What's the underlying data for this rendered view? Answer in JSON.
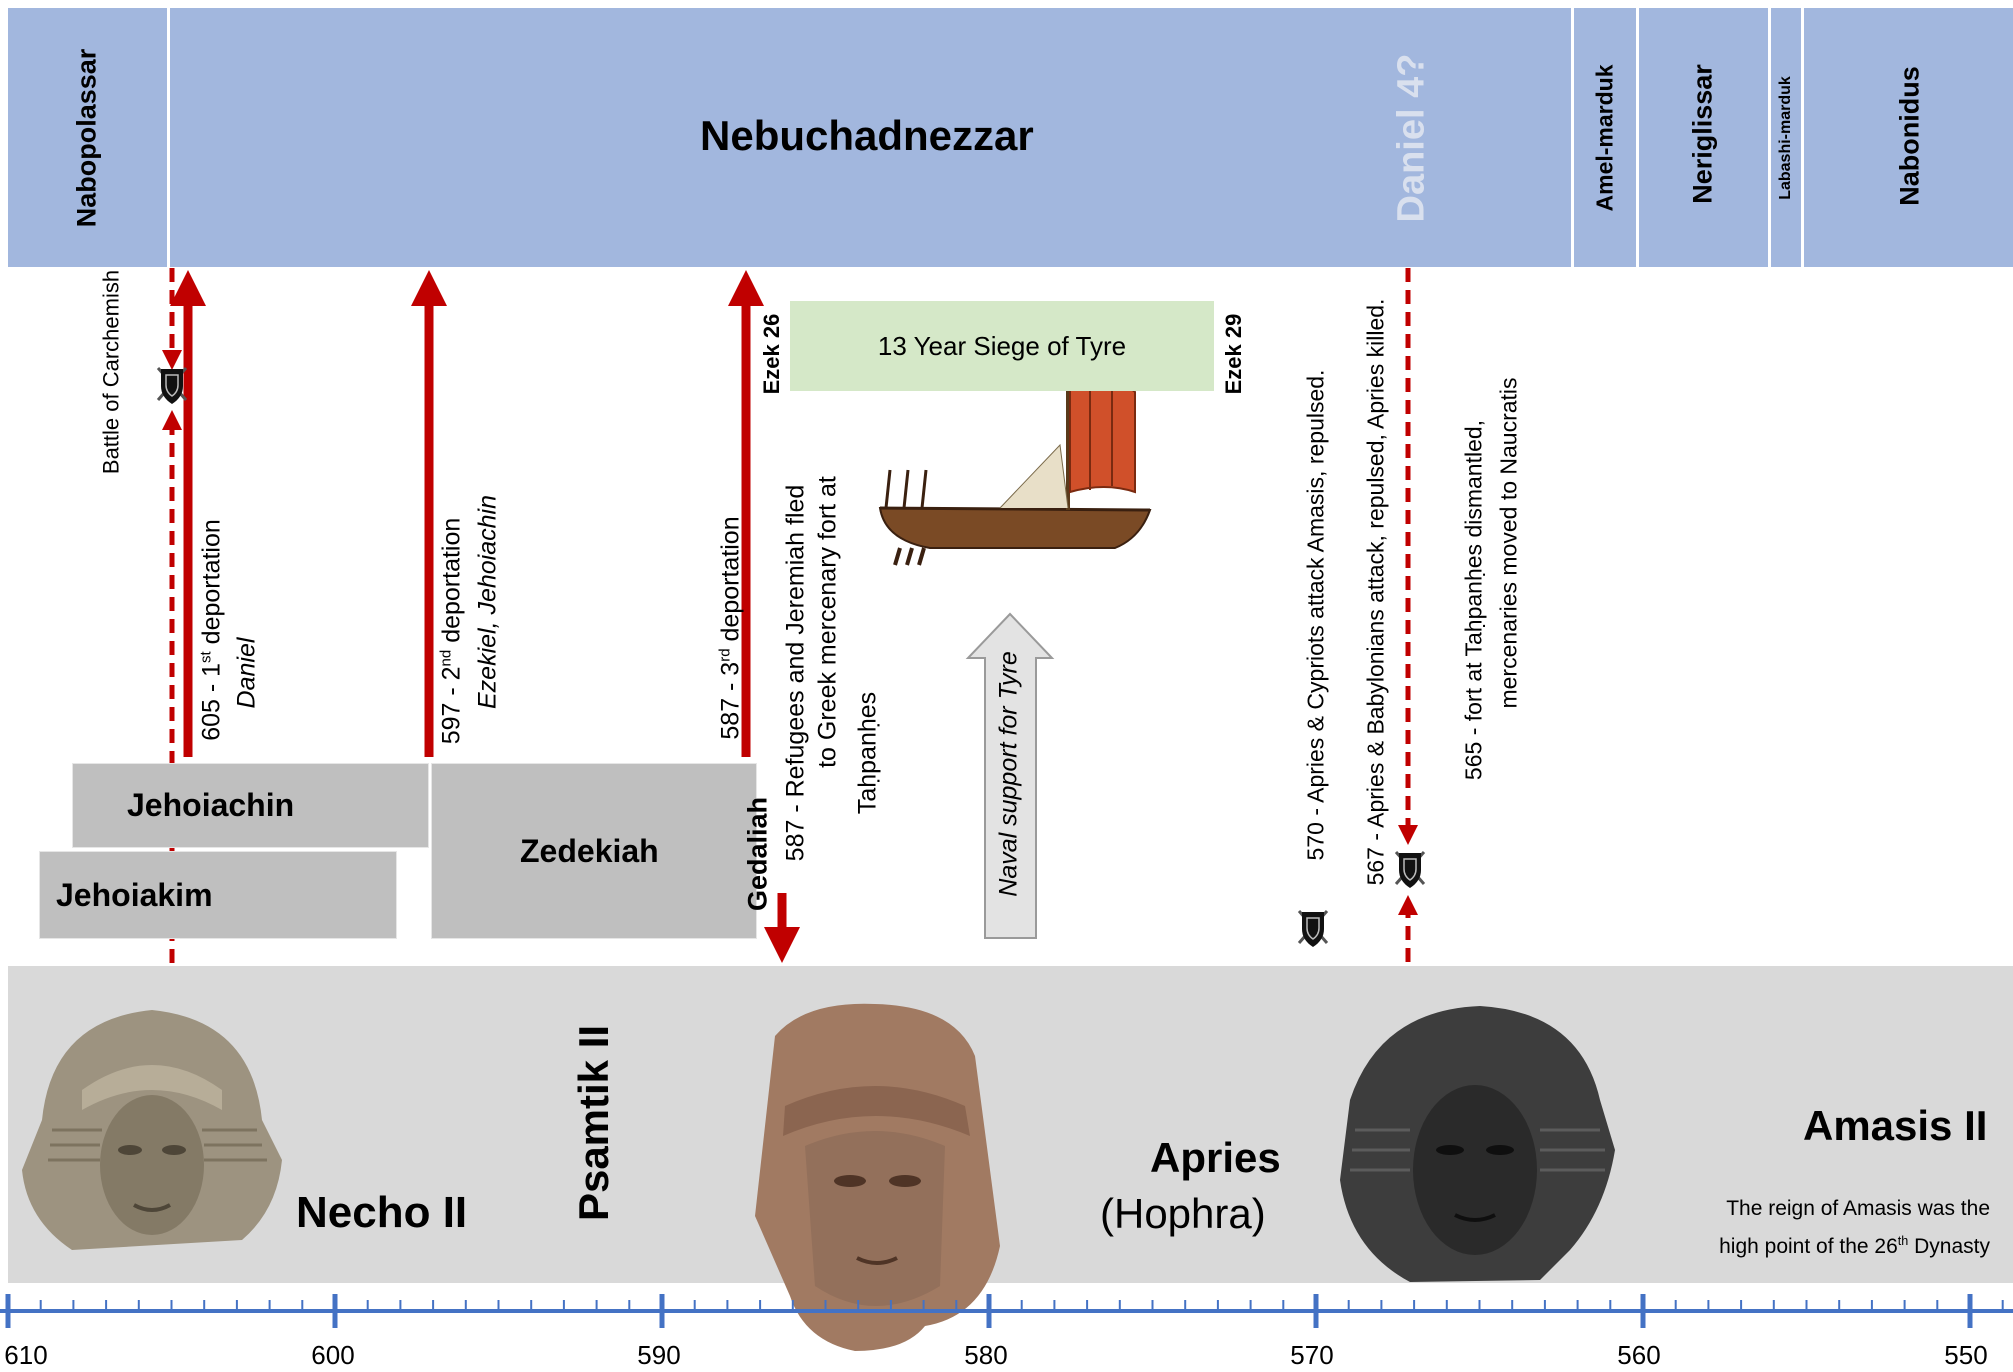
{
  "babylon": {
    "kings": [
      {
        "name": "Nabopolassar"
      },
      {
        "name": "Nebuchadnezzar"
      },
      {
        "name": "Amel-marduk"
      },
      {
        "name": "Neriglissar"
      },
      {
        "name": "Labashi-marduk"
      },
      {
        "name": "Nabonidus"
      }
    ],
    "daniel4": "Daniel 4?"
  },
  "judah": {
    "kings": [
      {
        "name": "Jehoiachin"
      },
      {
        "name": "Jehoiakim"
      },
      {
        "name": "Zedekiah"
      },
      {
        "name": "Gedaliah"
      }
    ]
  },
  "events": {
    "battle": "Battle of Carchemish",
    "dep1_a": "605 - 1",
    "dep1_sup": "st",
    "dep1_b": " deportation",
    "dep1_person": "Daniel",
    "dep2_a": "597 - 2",
    "dep2_sup": "nd",
    "dep2_b": " deportation",
    "dep2_person": "Ezekiel, Jehoiachin",
    "dep3_a": "587 - 3",
    "dep3_sup": "rd",
    "dep3_b": " deportation",
    "ezek26": "Ezek 26",
    "ezek29": "Ezek 29",
    "siege": "13 Year Siege of Tyre",
    "naval": "Naval  support  for  Tyre",
    "refugees_1": "587 - Refugees and Jeremiah fled",
    "refugees_2": "to Greek mercenary fort at",
    "refugees_3": "Taḥpanḥes",
    "e570": "570 - Apries & Cypriots attack Amasis, repulsed.",
    "e567": "567 - Apries & Babylonians attack, repulsed, Apries killed.",
    "e565_1": "565 - fort at Taḥpanḥes dismantled,",
    "e565_2": "mercenaries moved to Naucratis"
  },
  "egypt": {
    "necho": "Necho II",
    "psamtik": "Psamtik II",
    "apries": "Apries",
    "hophra": "(Hophra)",
    "amasis": "Amasis II",
    "amasis_note_1": "The reign of Amasis was the",
    "amasis_note_2a": "high point of the 26",
    "amasis_note_sup": "th",
    "amasis_note_2b": " Dynasty"
  },
  "axis": {
    "labels": [
      "610",
      "600",
      "590",
      "580",
      "570",
      "560",
      "550"
    ]
  },
  "colors": {
    "babylon_band": "#a2b7de",
    "judah_box": "#bfbfbf",
    "egypt_band": "#d9d9d9",
    "siege_box": "#d5e8c8",
    "arrow_red": "#c00000",
    "axis_blue": "#4472c4",
    "faded_text": "#d9e0ee"
  }
}
